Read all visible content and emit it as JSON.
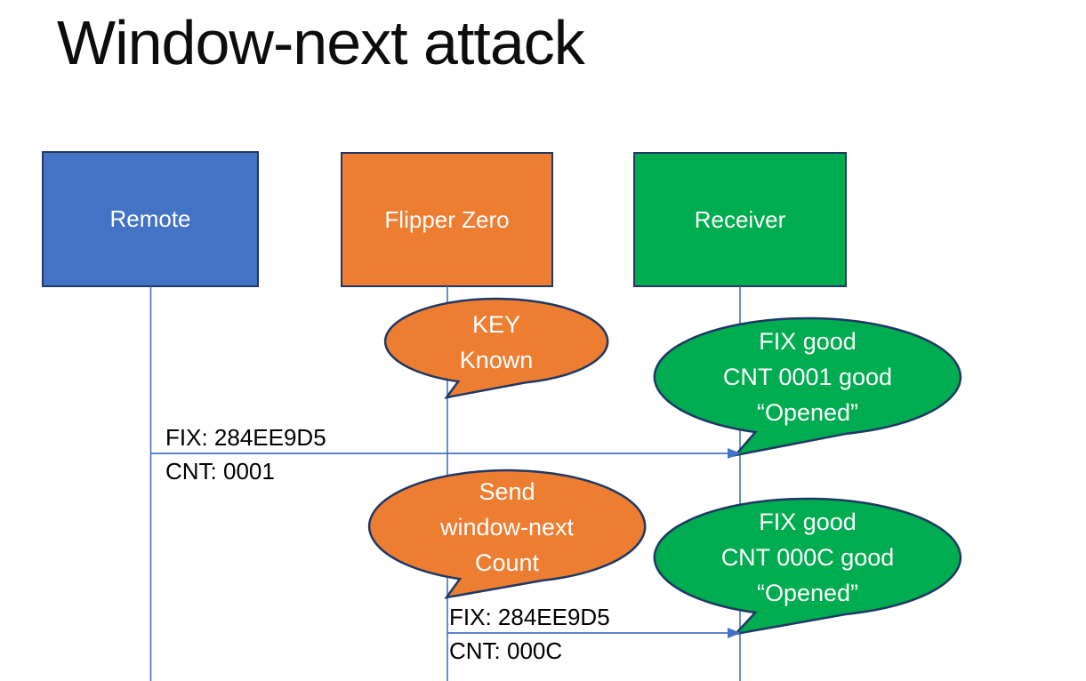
{
  "title": "Window-next attack",
  "colors": {
    "actor_blue": "#4472C4",
    "actor_orange": "#ED7D31",
    "actor_green": "#00AC50",
    "shape_outline": "#1F3864",
    "connector_blue": "#4472C4",
    "text_light": "#FFFFFF",
    "text_dark": "#000000"
  },
  "actors": [
    {
      "label": "Remote",
      "fill": "#4472C4"
    },
    {
      "label": "Flipper Zero",
      "fill": "#ED7D31"
    },
    {
      "label": "Receiver",
      "fill": "#00AC50"
    }
  ],
  "callouts": [
    {
      "speaker": "Flipper Zero",
      "fill": "#ED7D31",
      "lines": [
        "KEY",
        "Known"
      ]
    },
    {
      "speaker": "Receiver",
      "fill": "#00AC50",
      "lines": [
        "FIX good",
        "CNT 0001 good",
        "“Opened”"
      ]
    },
    {
      "speaker": "Flipper Zero",
      "fill": "#ED7D31",
      "lines": [
        "Send",
        "window-next",
        "Count"
      ]
    },
    {
      "speaker": "Receiver",
      "fill": "#00AC50",
      "lines": [
        "FIX good",
        "CNT 000C good",
        "“Opened”"
      ]
    }
  ],
  "messages": [
    {
      "from": "Remote",
      "to": "Receiver",
      "label_top": "FIX: 284EE9D5",
      "label_bottom": "CNT: 0001"
    },
    {
      "from": "Flipper Zero",
      "to": "Receiver",
      "label_top": "FIX: 284EE9D5",
      "label_bottom": "CNT: 000C"
    }
  ]
}
